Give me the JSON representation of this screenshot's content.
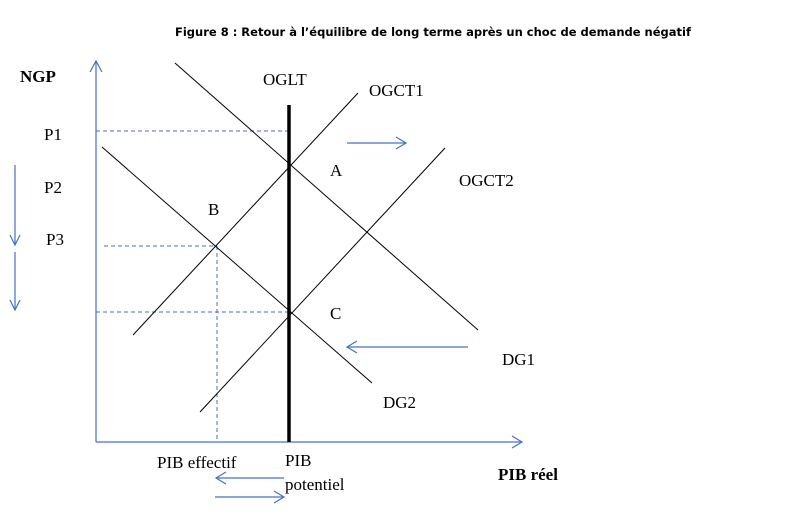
{
  "title": "Figure 8 : Retour à l’équilibre de long terme après un choc de demande négatif",
  "axes": {
    "y_label": "NGP",
    "x_label": "PIB réel"
  },
  "price_levels": [
    "P1",
    "P2",
    "P3"
  ],
  "curves": {
    "oglt": "OGLT",
    "ogct1": "OGCT1",
    "ogct2": "OGCT2",
    "dg1": "DG1",
    "dg2": "DG2"
  },
  "points": {
    "a": "A",
    "b": "B",
    "c": "C"
  },
  "x_marks": {
    "effectif": "PIB effectif",
    "potentiel_line1": "PIB",
    "potentiel_line2": "potentiel"
  },
  "colors": {
    "arrows": "#4472c4",
    "curves": "#000000"
  }
}
